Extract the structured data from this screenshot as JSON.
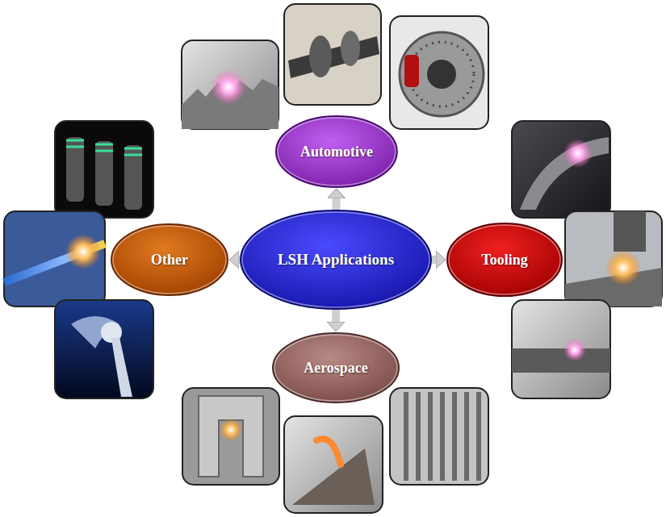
{
  "diagram": {
    "nodes": [
      {
        "text": [
          "Automotive"
        ]
      },
      {
        "text": [
          "Other"
        ]
      },
      {
        "text": [
          "LSH Applications"
        ]
      },
      {
        "text": [
          "Tooling"
        ]
      },
      {
        "text": [
          "Aerospace"
        ]
      }
    ],
    "edges": [
      {
        "from": 2,
        "to": 0,
        "arrow": "to"
      },
      {
        "from": 2,
        "to": 1,
        "arrow": "to"
      },
      {
        "from": 2,
        "to": 3,
        "arrow": "to"
      },
      {
        "from": 2,
        "to": 4,
        "arrow": "to"
      }
    ]
  }
}
